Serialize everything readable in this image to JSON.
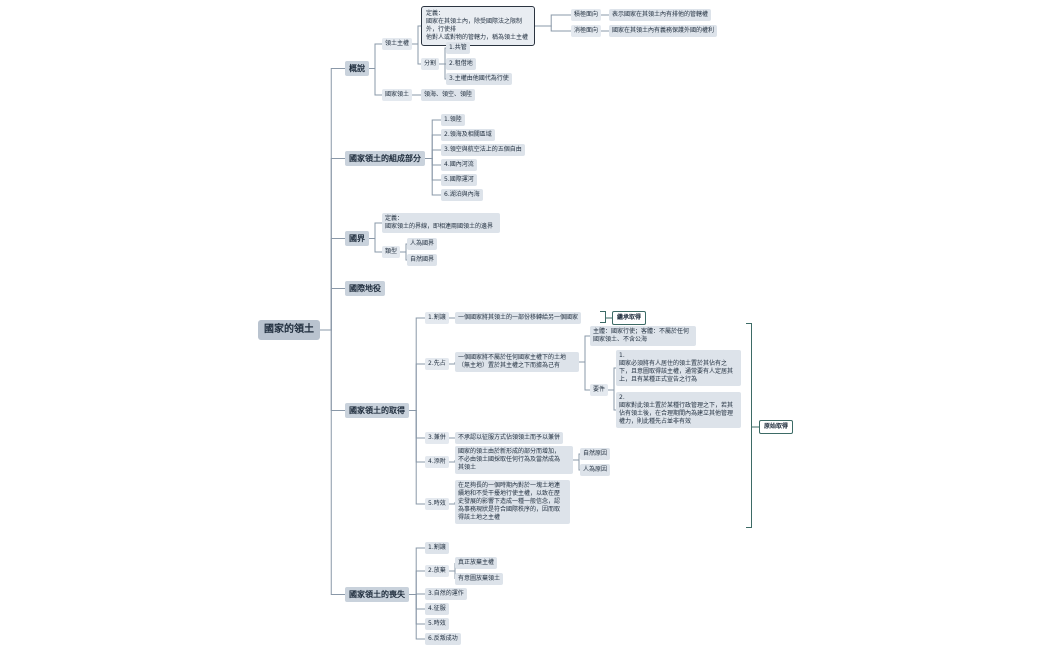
{
  "root": "國家的領土",
  "overview": {
    "title": "概說",
    "sovereignty": {
      "label": "領土主權",
      "definition": "定義：\n國家在其領土內，除受國際法之限制外，行使排\n他對人或對物的管轄力，稱為領土主權",
      "positive": {
        "label": "積極面向",
        "text": "表示國家在其領土內有排他的管轄權"
      },
      "negative": {
        "label": "消極面向",
        "text": "國家在其領土內有義務保護外國的權利"
      },
      "division": {
        "label": "分割",
        "items": [
          "1.共管",
          "2.租借地",
          "3.主權由他國代為行使"
        ]
      }
    },
    "territory": {
      "label": "國家領土",
      "text": "領海、領空、領陸"
    }
  },
  "components": {
    "title": "國家領土的組成部分",
    "items": [
      "1.領陸",
      "2.領海及相關區域",
      "3.領空與航空法上的五個自由",
      "4.國內河流",
      "5.國際運河",
      "6.湖泊與內海"
    ]
  },
  "boundary": {
    "title": "國界",
    "definition": "定義：\n國家領土的界線，即相連兩國領土的邊界",
    "types": {
      "label": "類型",
      "items": [
        "人為國界",
        "自然國界"
      ]
    }
  },
  "servitude": {
    "title": "國際地役"
  },
  "acquisition": {
    "title": "國家領土的取得",
    "cession": {
      "label": "1.割讓",
      "text": "一個國家將其領土的一部份移轉給另一個國家"
    },
    "derived_tag": "繼承取得",
    "occupation": {
      "label": "2.先占",
      "text": "一個國家將不屬於任何國家主權下的土地\n（無主地）置於其主權之下而據為己有",
      "subject": "主體：國家行使；客體：不屬於任何\n國家領土、不含公海",
      "elements_label": "要件",
      "element1": "1.\n國家必須將有人居住的領土置於其佔有之\n下，且意圖取得該主權，通常要有人定居其\n上，且有某種正式宣告之行為",
      "element2": "2.\n國家對此領土置於某種行政管理之下，若其\n佔有領土後，在合理期間內為建立其他管理\n權力，則此種先占並非有效"
    },
    "original_tag": "原始取得",
    "annexation": {
      "label": "3.兼併",
      "text": "不承認以征服方式佔領領土而予以兼併"
    },
    "accretion": {
      "label": "4.添附",
      "text": "國家的領土由於新形成的部分而增加，\n不必由領土國採取任何行為及當然成為\n其領土",
      "causes": [
        "自然原因",
        "人為原因"
      ]
    },
    "prescription": {
      "label": "5.時效",
      "text": "在足夠長的一個時期內對於一塊土地連\n續地和不受干擾地行使主權，以致在歷\n史發展的影響下造成一種一般信念，認\n為事務現狀是符合國際秩序的，因而取\n得該土地之主權"
    }
  },
  "loss": {
    "title": "國家領土的喪失",
    "cession": "1.割讓",
    "abandon": {
      "label": "2.放棄",
      "items": [
        "真正放棄主權",
        "有意圖放棄領土"
      ]
    },
    "items": [
      "3.自然的運作",
      "4.征服",
      "5.時效",
      "6.反叛成功"
    ]
  },
  "colors": {
    "node": "#dde3ea",
    "main": "#c9d2dc",
    "root": "#b9c3cf",
    "line": "#8a98a8",
    "tag_border": "#3d6b66"
  }
}
